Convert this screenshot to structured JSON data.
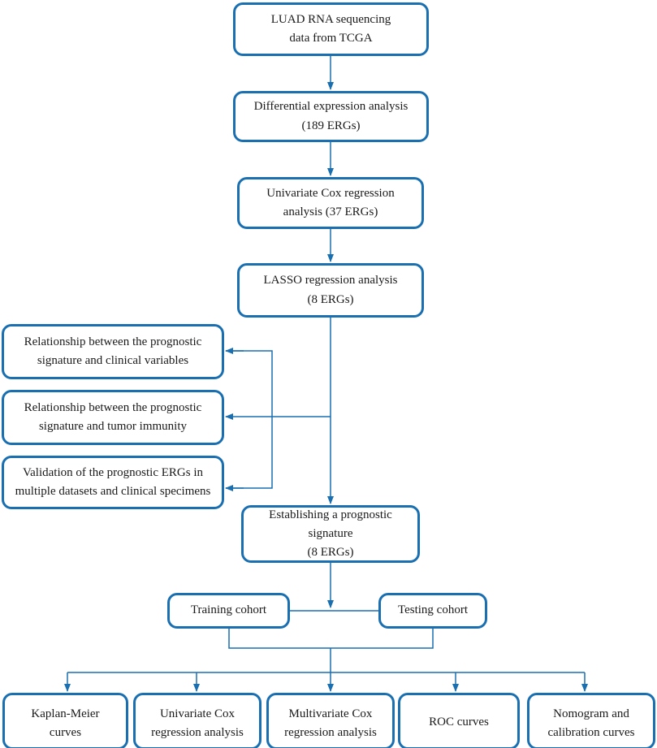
{
  "diagram": {
    "nodes": [
      {
        "id": "luad",
        "lines": [
          "LUAD RNA sequencing",
          "data from TCGA"
        ]
      },
      {
        "id": "diff",
        "lines": [
          "Differential expression analysis",
          "(189 ERGs)"
        ]
      },
      {
        "id": "unicox",
        "lines": [
          "Univariate Cox regression",
          "analysis (37 ERGs)"
        ]
      },
      {
        "id": "lasso",
        "lines": [
          "LASSO regression analysis",
          "(8 ERGs)"
        ]
      },
      {
        "id": "clinical",
        "lines": [
          "Relationship between the prognostic",
          "signature and clinical variables"
        ]
      },
      {
        "id": "immunity",
        "lines": [
          "Relationship between the prognostic",
          "signature and tumor immunity"
        ]
      },
      {
        "id": "validation",
        "lines": [
          "Validation of the prognostic ERGs in",
          "multiple datasets and clinical specimens"
        ]
      },
      {
        "id": "signature",
        "lines": [
          "Establishing a prognostic signature",
          "(8 ERGs)"
        ]
      },
      {
        "id": "training",
        "lines": [
          "Training cohort"
        ]
      },
      {
        "id": "testing",
        "lines": [
          "Testing cohort"
        ]
      },
      {
        "id": "km",
        "lines": [
          "Kaplan-Meier",
          "curves"
        ]
      },
      {
        "id": "unicox2",
        "lines": [
          "Univariate Cox",
          "regression analysis"
        ]
      },
      {
        "id": "multicox",
        "lines": [
          "Multivariate Cox",
          "regression analysis"
        ]
      },
      {
        "id": "roc",
        "lines": [
          "ROC curves"
        ]
      },
      {
        "id": "nomogram",
        "lines": [
          "Nomogram and",
          "calibration curves"
        ]
      }
    ],
    "colors": {
      "stroke": "#1a6fb0",
      "text": "#1a1a1a",
      "background": "#ffffff"
    }
  }
}
